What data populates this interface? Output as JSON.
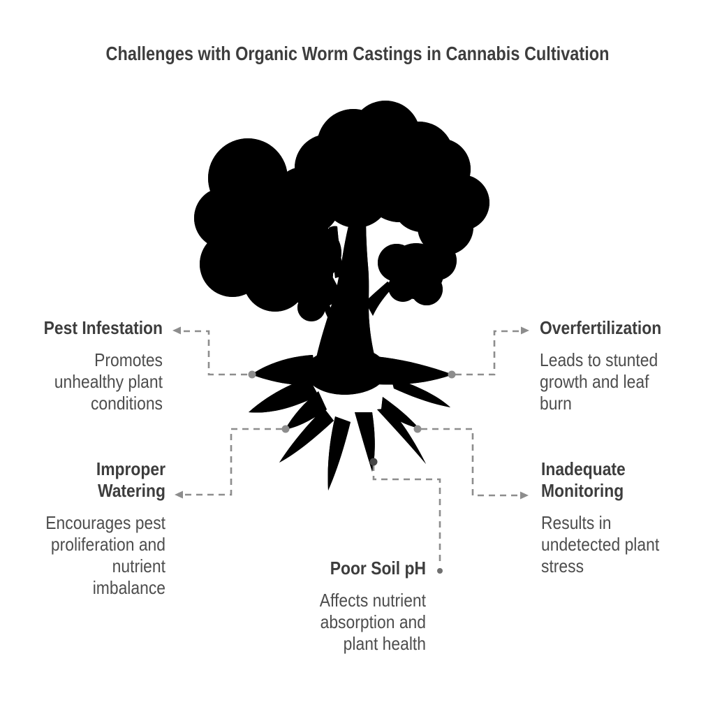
{
  "title": "Challenges with Organic Worm Castings in Cannabis Cultivation",
  "challenges": [
    {
      "id": "pest-infestation",
      "label_lines": [
        "Pest Infestation"
      ],
      "description_lines": [
        "Promotes",
        "unhealthy plant",
        "conditions"
      ]
    },
    {
      "id": "overfertilization",
      "label_lines": [
        "Overfertilization"
      ],
      "description_lines": [
        "Leads to stunted",
        "growth and leaf",
        "burn"
      ]
    },
    {
      "id": "improper-watering",
      "label_lines": [
        "Improper",
        "Watering"
      ],
      "description_lines": [
        "Encourages pest",
        "proliferation and",
        "nutrient",
        "imbalance"
      ]
    },
    {
      "id": "inadequate-monitoring",
      "label_lines": [
        "Inadequate",
        "Monitoring"
      ],
      "description_lines": [
        "Results in",
        "undetected plant",
        "stress"
      ]
    },
    {
      "id": "poor-soil-ph",
      "label_lines": [
        "Poor Soil pH"
      ],
      "description_lines": [
        "Affects nutrient",
        "absorption and",
        "plant health"
      ]
    }
  ],
  "illustration": {
    "subject": "tree-with-exposed-roots",
    "canopy_fill": "#ecf6d3",
    "canopy_stroke": "#8cbe3c",
    "wood_fill": "#fcefe2",
    "wood_stroke": "#e69038"
  },
  "connector_style": {
    "color": "#8d8d8d",
    "pattern": "dashed"
  },
  "text_colors": {
    "heading": "#3d3d3d",
    "body": "#4d4d4d"
  }
}
